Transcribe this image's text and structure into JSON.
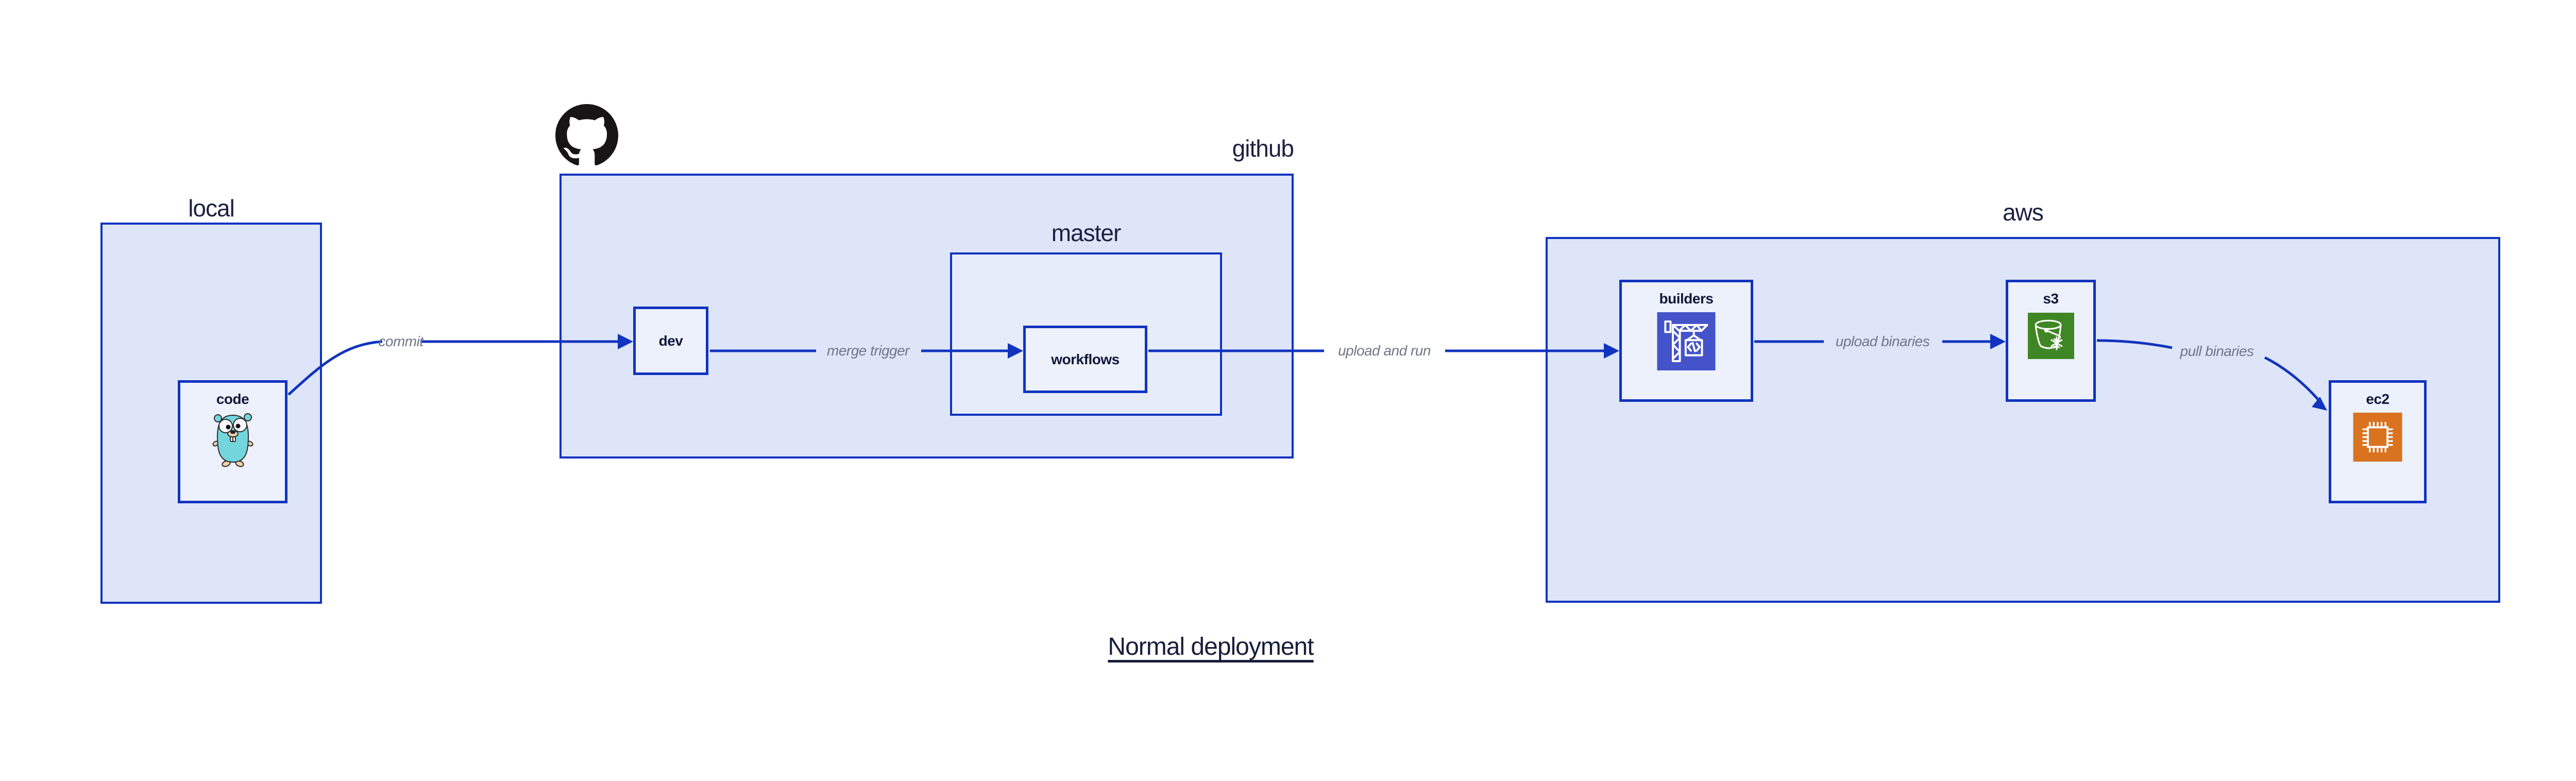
{
  "diagram": {
    "title": "Normal deployment",
    "containers": {
      "local": {
        "label": "local"
      },
      "github": {
        "label": "github"
      },
      "master": {
        "label": "master"
      },
      "aws": {
        "label": "aws"
      }
    },
    "nodes": {
      "code": {
        "label": "code"
      },
      "dev": {
        "label": "dev"
      },
      "workflows": {
        "label": "workflows"
      },
      "builders": {
        "label": "builders"
      },
      "s3": {
        "label": "s3"
      },
      "ec2": {
        "label": "ec2"
      }
    },
    "edges": [
      {
        "id": "commit",
        "label": "commit",
        "from": "code",
        "to": "dev"
      },
      {
        "id": "merge-trigger",
        "label": "merge trigger",
        "from": "dev",
        "to": "workflows"
      },
      {
        "id": "upload-and-run",
        "label": "upload and run",
        "from": "workflows",
        "to": "builders"
      },
      {
        "id": "upload-binaries",
        "label": "upload binaries",
        "from": "builders",
        "to": "s3"
      },
      {
        "id": "pull-binaries",
        "label": "pull binaries",
        "from": "s3",
        "to": "ec2"
      }
    ],
    "icons": {
      "github_logo": "github-octocat-mark",
      "code_icon": "go-gopher-mascot",
      "builders_icon": "aws-codebuild-crane",
      "s3_icon": "aws-s3-green-bucket-snowflake",
      "ec2_icon": "aws-ec2-orange-chip"
    },
    "colors": {
      "border_blue": "#1133bf",
      "container_fill": "#dee5f8",
      "master_fill": "#e7ecfa",
      "node_fill": "#edf1fc",
      "navy_text": "#10183a",
      "edge_label_gray": "#6e7787",
      "codebuild_purple": "#4453c9",
      "s3_green": "#3f8624",
      "ec2_orange": "#d9731f",
      "github_black": "#171515",
      "gopher_teal": "#74d6dd"
    }
  }
}
